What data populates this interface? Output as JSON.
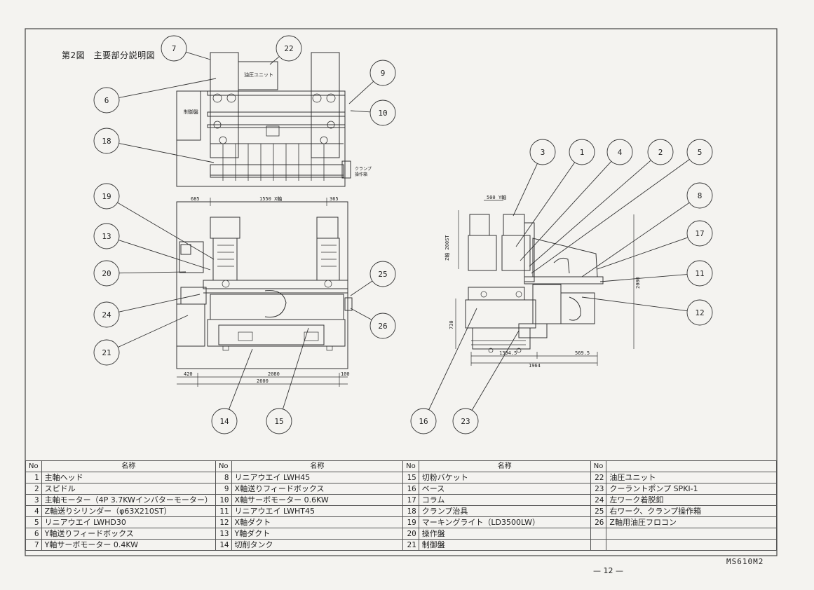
{
  "figure_title": "第2図　主要部分説明図",
  "callouts": [
    "7",
    "22",
    "6",
    "9",
    "10",
    "18",
    "19",
    "13",
    "20",
    "24",
    "21",
    "25",
    "26",
    "14",
    "15",
    "3",
    "1",
    "4",
    "2",
    "5",
    "8",
    "17",
    "11",
    "12",
    "16",
    "23"
  ],
  "drawing_labels": {
    "hydraulic_unit": "油圧ユニット",
    "control_panel": "制御盤",
    "clamp_panel_1": "クランプ",
    "clamp_panel_2": "操作箱"
  },
  "dimensions": {
    "d685": "685",
    "d1550": "1550 X軸",
    "d365": "365",
    "d420": "420",
    "d2080": "2080",
    "d100": "100",
    "d2600": "2600",
    "d500": "500 Y軸",
    "d200st": "Z軸 200ST",
    "d730": "730",
    "d1394": "1394.5",
    "d569": "569.5",
    "d1964": "1964",
    "d2000": "2000"
  },
  "table": {
    "headers": {
      "no": "No",
      "name": "名称"
    },
    "columns": [
      [
        {
          "no": "1",
          "name": "主軸ヘッド"
        },
        {
          "no": "2",
          "name": "スピドル"
        },
        {
          "no": "3",
          "name": "主軸モーター（4P 3.7KWインバターモーター）"
        },
        {
          "no": "4",
          "name": "Z軸送りシリンダー（φ63X210ST）"
        },
        {
          "no": "5",
          "name": "リニアウエイ LWHD30"
        },
        {
          "no": "6",
          "name": "Y軸送りフィードボックス"
        },
        {
          "no": "7",
          "name": "Y軸サーボモーター 0.4KW"
        }
      ],
      [
        {
          "no": "8",
          "name": "リニアウエイ LWH45"
        },
        {
          "no": "9",
          "name": "X軸送りフィードボックス"
        },
        {
          "no": "10",
          "name": "X軸サーボモーター 0.6KW"
        },
        {
          "no": "11",
          "name": "リニアウエイ LWHT45"
        },
        {
          "no": "12",
          "name": "X軸ダクト"
        },
        {
          "no": "13",
          "name": "Y軸ダクト"
        },
        {
          "no": "14",
          "name": "切削タンク"
        }
      ],
      [
        {
          "no": "15",
          "name": "切粉バケット"
        },
        {
          "no": "16",
          "name": "ベース"
        },
        {
          "no": "17",
          "name": "コラム"
        },
        {
          "no": "18",
          "name": "クランプ治具"
        },
        {
          "no": "19",
          "name": "マーキングライト（LD3500LW）"
        },
        {
          "no": "20",
          "name": "操作盤"
        },
        {
          "no": "21",
          "name": "制御盤"
        }
      ],
      [
        {
          "no": "22",
          "name": "油圧ユニット"
        },
        {
          "no": "23",
          "name": "クーラントポンプ SPKI-1"
        },
        {
          "no": "24",
          "name": "左ワーク着脱釦"
        },
        {
          "no": "25",
          "name": "右ワーク、クランプ操作箱"
        },
        {
          "no": "26",
          "name": "Z軸用油圧フロコン"
        },
        {
          "no": "",
          "name": ""
        },
        {
          "no": "",
          "name": ""
        }
      ]
    ]
  },
  "doc_code": "MS610M2",
  "page_number": "— 12 —"
}
